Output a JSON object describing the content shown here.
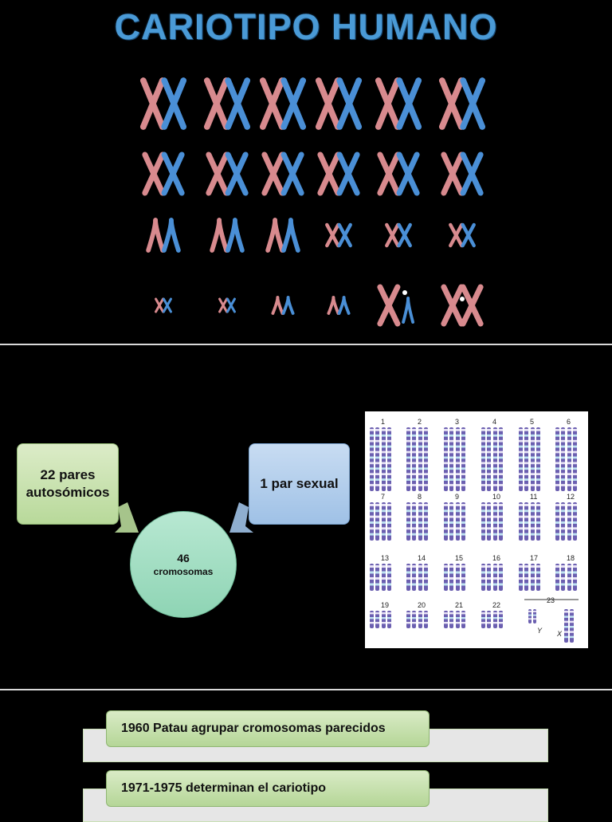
{
  "slide1": {
    "title": "CARIOTIPO HUMANO",
    "colors": {
      "maternal": "#d88a8e",
      "paternal": "#4a8fd6"
    }
  },
  "slide2": {
    "autosomes_box": {
      "line1": "22 pares",
      "line2": "autosómicos"
    },
    "sex_box": {
      "label": "1 par sexual"
    },
    "center_circle": {
      "number": "46",
      "word": "cromosomas"
    },
    "karyotype_panel": {
      "labels": [
        "1",
        "2",
        "3",
        "4",
        "5",
        "6",
        "7",
        "8",
        "9",
        "10",
        "11",
        "12",
        "13",
        "14",
        "15",
        "16",
        "17",
        "18",
        "19",
        "20",
        "21",
        "22",
        "23"
      ],
      "sex_labels": {
        "y": "Y",
        "x": "X"
      }
    }
  },
  "slide3": {
    "items": [
      "1960 Patau agrupar cromosomas parecidos",
      "1971-1975 determinan el cariotipo"
    ]
  }
}
